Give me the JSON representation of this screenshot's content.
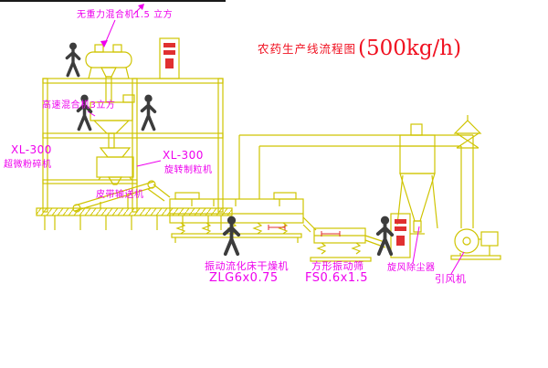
{
  "title": {
    "main": "农药生产线流程图",
    "capacity": "(500kg/h)"
  },
  "equipment_labels": {
    "gravity_mixer": "无重力混合机1.5 立方",
    "high_speed_mixer": "高速混合机3立方",
    "pulverizer_model": "XL-300",
    "pulverizer_name": "超微粉碎机",
    "granulator_model": "XL-300",
    "granulator_name": "旋转制粒机",
    "belt_conveyor": "皮带输送机",
    "fluid_bed_dryer": "振动流化床干燥机",
    "fluid_bed_dryer_model": "ZLG6x0.75",
    "vibrating_screen": "方形振动筛",
    "vibrating_screen_model": "FS0.6x1.5",
    "cyclone": "旋风除尘器",
    "induced_fan": "引风机"
  },
  "colors": {
    "line_yellow": "#cfc400",
    "label_magenta": "#ee00ee",
    "title_red": "#f01020",
    "figure_dark": "#3c3c3c",
    "accent_red": "#e03030"
  }
}
